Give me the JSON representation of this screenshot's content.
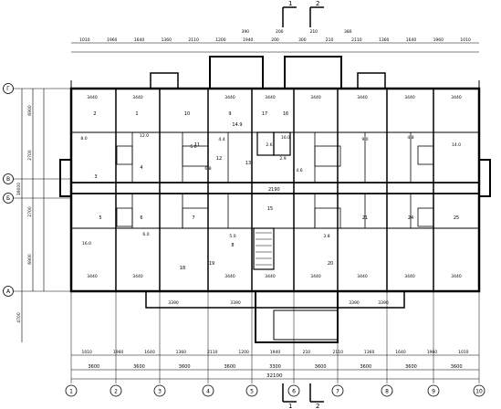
{
  "section_marks": {
    "top_left": "1",
    "top_right": "2",
    "bottom_left": "1",
    "bottom_right": "2"
  },
  "top_dims": {
    "row1": [
      "1010",
      "1960",
      "1640",
      "1360",
      "2110",
      "1200",
      "1940",
      "200",
      "300",
      "210",
      "2110",
      "1360",
      "1640",
      "1960",
      "1010"
    ],
    "row2": [
      "390",
      "200",
      "210",
      "380"
    ]
  },
  "bottom_dims": {
    "row1": [
      "1010",
      "1960",
      "1640",
      "1360",
      "2110",
      "1200",
      "1940",
      "210",
      "2110",
      "1360",
      "1640",
      "1960",
      "1010"
    ],
    "row2": [
      "3600",
      "3600",
      "3600",
      "3600",
      "3300",
      "3600",
      "3600",
      "3600",
      "3600"
    ],
    "overall": "32100"
  },
  "left_dims": [
    "6900",
    "2700",
    "16000",
    "2700",
    "6900",
    "4700"
  ],
  "grid_bubbles_x": [
    "1",
    "2",
    "3",
    "4",
    "5",
    "6",
    "7",
    "8",
    "9",
    "10"
  ],
  "grid_bubbles_y": [
    "Г",
    "В",
    "Б",
    "А"
  ],
  "room_dims": {
    "top": [
      "3440",
      "3440",
      "3440",
      "3440",
      "3440",
      "3440",
      "3440",
      "3440"
    ],
    "bottom": [
      "3440",
      "3440",
      "3440",
      "3440",
      "3440",
      "3440",
      "3440",
      "3440"
    ],
    "balcony": [
      "3390",
      "3390",
      "3390",
      "3390"
    ]
  },
  "room_numbers": [
    "2",
    "1",
    "10",
    "9",
    "14.9",
    "11",
    "12",
    "13",
    "17",
    "16",
    "3",
    "4",
    "5",
    "6",
    "7",
    "8",
    "15",
    "19",
    "18",
    "20",
    "21",
    "24",
    "25"
  ],
  "room_areas": [
    "8.0",
    "12.0",
    "4.4",
    "16.0",
    "6.8",
    "5.0",
    "2.6",
    "2.9",
    "4.6",
    "9.0",
    "4.8",
    "14.0",
    "16.0",
    "6.0",
    "5.0",
    "3.8"
  ],
  "corridor_dim": "2190"
}
